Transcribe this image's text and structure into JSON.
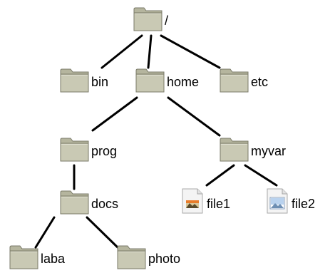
{
  "tree": {
    "nodes": [
      {
        "id": "root",
        "label": "/",
        "kind": "folder"
      },
      {
        "id": "bin",
        "label": "bin",
        "kind": "folder"
      },
      {
        "id": "home",
        "label": "home",
        "kind": "folder"
      },
      {
        "id": "etc",
        "label": "etc",
        "kind": "folder"
      },
      {
        "id": "prog",
        "label": "prog",
        "kind": "folder"
      },
      {
        "id": "myvar",
        "label": "myvar",
        "kind": "folder"
      },
      {
        "id": "docs",
        "label": "docs",
        "kind": "folder"
      },
      {
        "id": "file1",
        "label": "file1",
        "kind": "image-file"
      },
      {
        "id": "file2",
        "label": "file2",
        "kind": "picture-document"
      },
      {
        "id": "laba",
        "label": "laba",
        "kind": "folder"
      },
      {
        "id": "photo",
        "label": "photo",
        "kind": "folder"
      }
    ],
    "edges": [
      [
        "root",
        "bin"
      ],
      [
        "root",
        "home"
      ],
      [
        "root",
        "etc"
      ],
      [
        "home",
        "prog"
      ],
      [
        "home",
        "myvar"
      ],
      [
        "prog",
        "docs"
      ],
      [
        "myvar",
        "file1"
      ],
      [
        "myvar",
        "file2"
      ],
      [
        "docs",
        "laba"
      ],
      [
        "docs",
        "photo"
      ]
    ]
  },
  "colors": {
    "edge": "#000000",
    "folder_fill": "#c9c9b4",
    "folder_border": "#7a7a68",
    "folder_tab": "#b5b59e",
    "label": "#000000"
  },
  "icons": {
    "folder": "folder-icon",
    "image-file": "image-file-icon",
    "picture-document": "picture-document-icon"
  }
}
